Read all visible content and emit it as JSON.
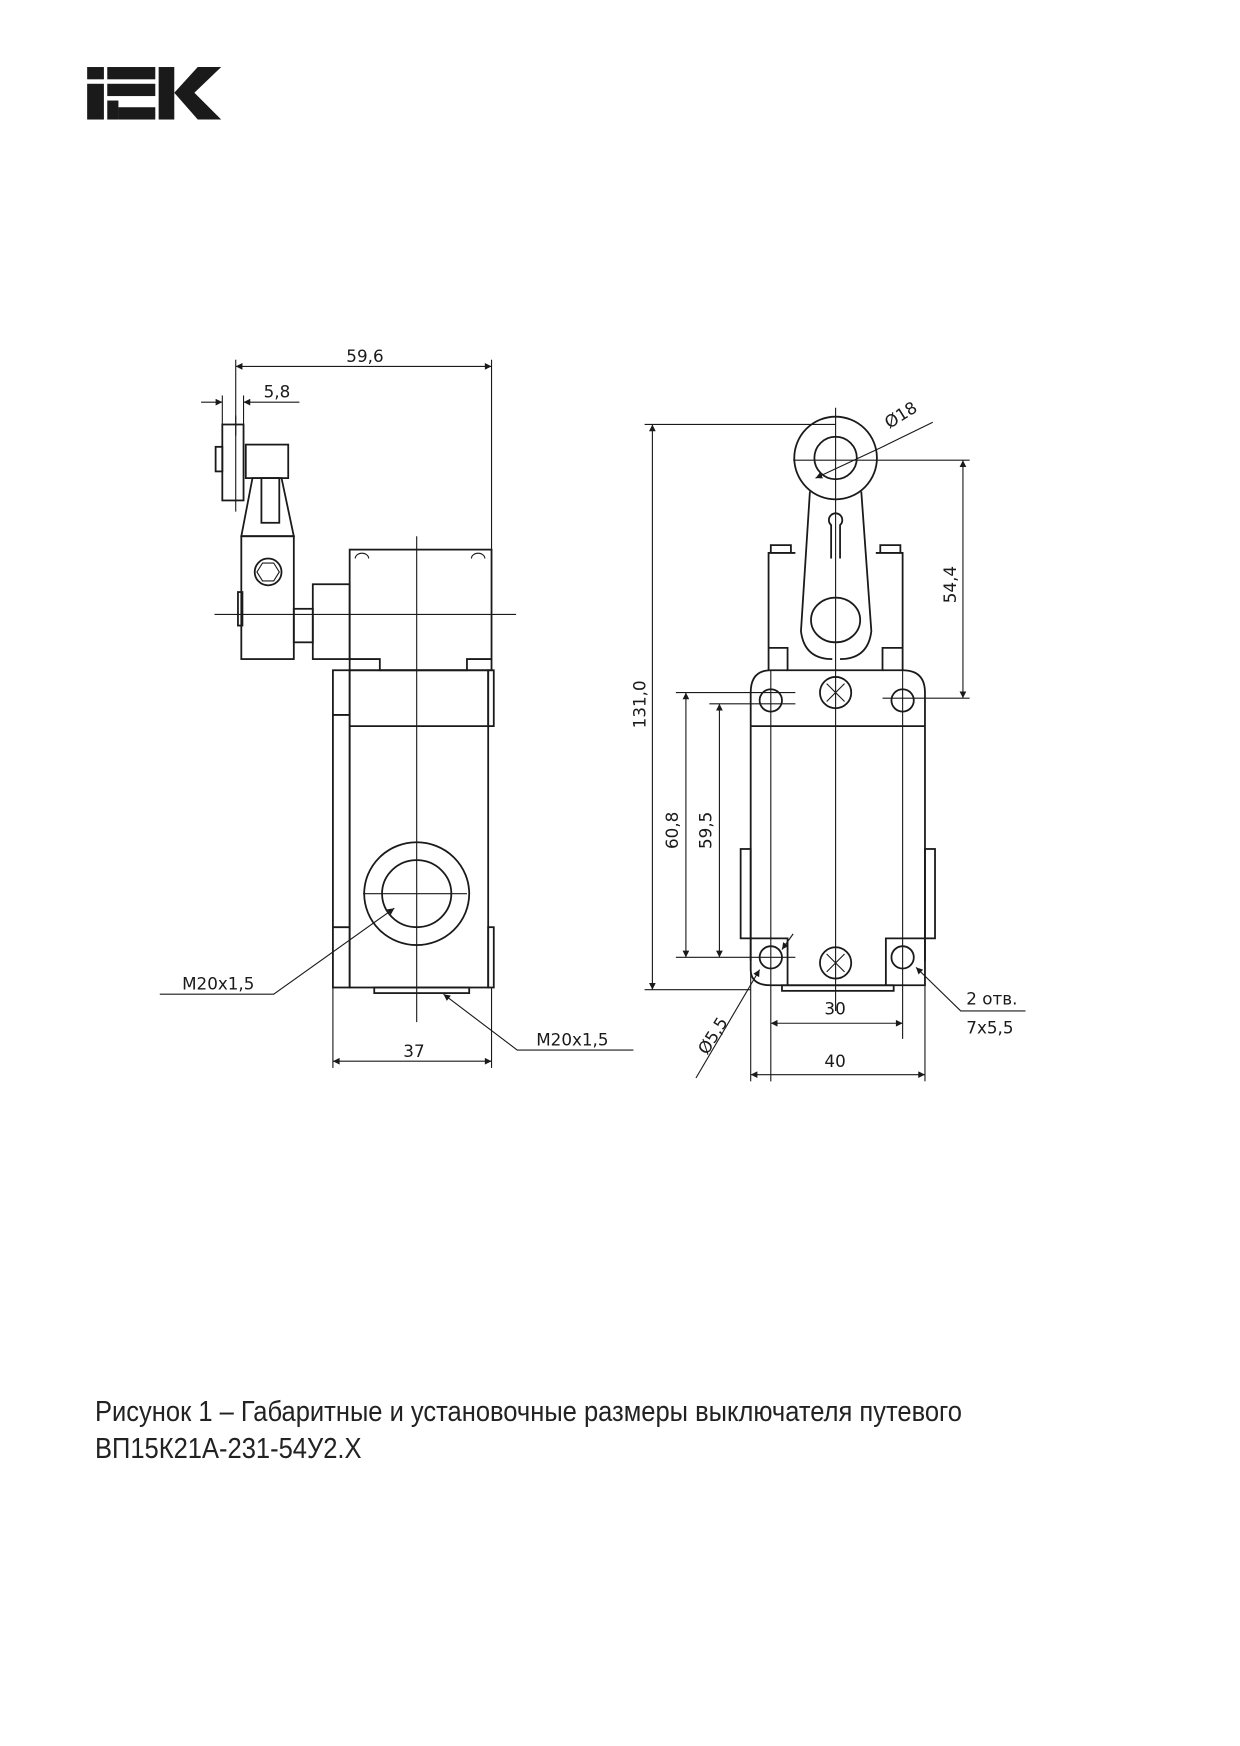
{
  "logo": {
    "text": "IEK"
  },
  "side_view": {
    "dim_overall_depth": "59,6",
    "dim_roller_width": "5,8",
    "dim_body_depth": "37",
    "thread_side": "M20x1,5",
    "thread_bottom": "M20x1,5"
  },
  "front_view": {
    "dim_roller_diameter": "Ø18",
    "dim_lever": "54,4",
    "dim_height": "131,0",
    "dim_holes_outer": "60,8",
    "dim_holes_inner": "59,5",
    "dim_hole_spacing": "30",
    "dim_width": "40",
    "dim_hole_diameter": "Ø5,5",
    "holes_note_1": "2 отв.",
    "holes_note_2": "7x5,5"
  },
  "caption": {
    "line1": "Рисунок 1 – Габаритные и установочные размеры выключателя путевого",
    "line2": "ВП15К21А-231-54У2.Х"
  }
}
